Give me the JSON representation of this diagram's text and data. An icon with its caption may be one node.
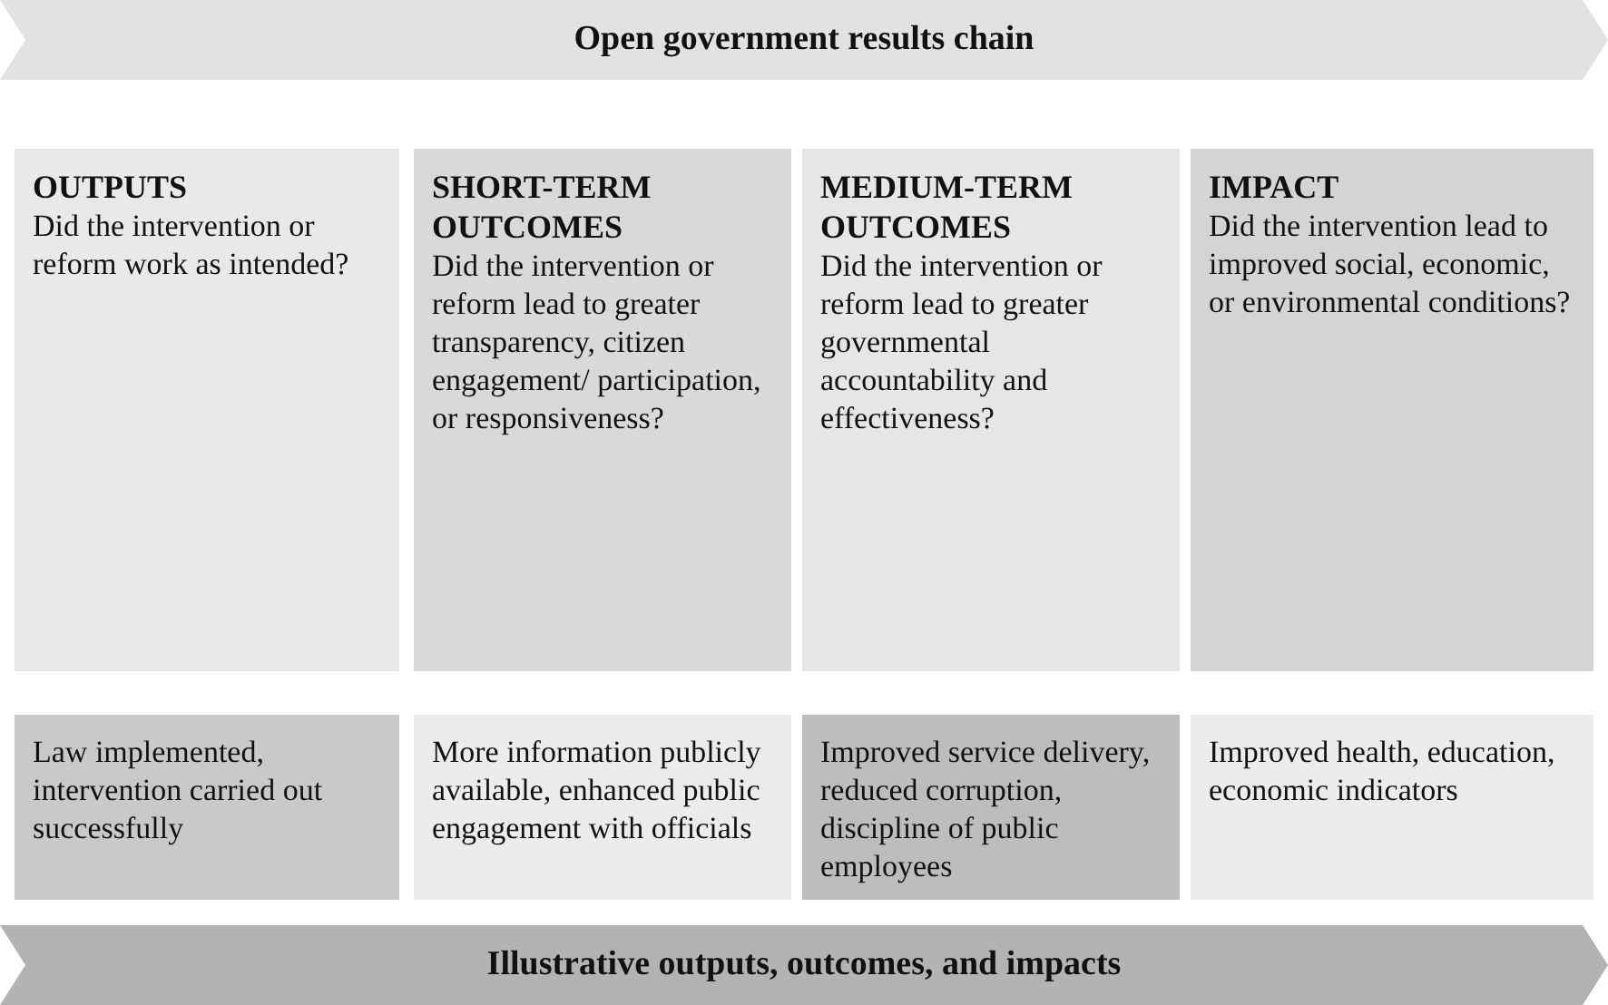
{
  "diagram": {
    "nodes": [
      {
        "text": [
          "Open government results chain"
        ]
      },
      {
        "text": [
          "OUTPUTS",
          "Did the intervention or reform work as intended?"
        ]
      },
      {
        "text": [
          "SHORT-TERM OUTCOMES",
          "Did the intervention or reform lead to greater transparency, citizen engagement/ participation, or responsiveness?"
        ]
      },
      {
        "text": [
          "MEDIUM-TERM OUTCOMES",
          "Did the intervention or reform lead to greater governmental accountability and effectiveness?"
        ]
      },
      {
        "text": [
          "IMPACT",
          "Did the intervention lead to improved social, economic, or environmental conditions?"
        ]
      },
      {
        "text": [
          "Law implemented, intervention carried out successfully"
        ]
      },
      {
        "text": [
          "More information publicly available, enhanced public engagement with officials"
        ]
      },
      {
        "text": [
          "Improved service delivery, reduced corruption, discipline of public employees"
        ]
      },
      {
        "text": [
          "Improved health, education, economic indicators"
        ]
      },
      {
        "text": [
          "Illustrative outputs, outcomes, and impacts"
        ]
      }
    ]
  }
}
